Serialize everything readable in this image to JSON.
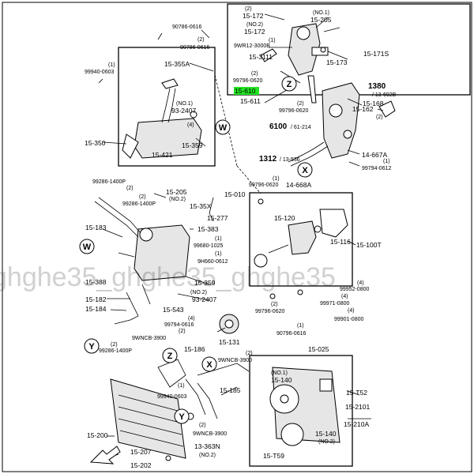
{
  "labels": {
    "p15_172": "15-172",
    "p15_205_top": "15-205",
    "no1_top": "(NO.1)",
    "no2_top": "(NO.2)",
    "p15_172_b": "15-172",
    "q1_a": "(1)",
    "p9wr12": "9WR12-3000B",
    "p15_3111": "15-3111",
    "q2_a": "(2)",
    "p99796_0620_a": "99796-0620",
    "p15_173": "15-173",
    "p15_171s": "15-171S",
    "p15_610_hl": "15-610",
    "p15_611": "15-611",
    "q2_b": "(2)",
    "p99796_0620_b": "99796-0620",
    "p1380": "1380",
    "p13_692b": "/ 13-692B",
    "p15_168": "15-168",
    "p15_162": "15-162",
    "q2_c": "(2)",
    "p6100": "6100",
    "p61_214": "/ 61-214",
    "p1312": "1312",
    "p13_536": "/ 13-536",
    "p14_667a": "14-667A",
    "q1_b": "(1)",
    "p99794_0612": "99794-0612",
    "p90786_0616_a": "90786-0616",
    "q2_d": "(2)",
    "p90786_0616_b": "90786-0616",
    "q1_c": "(1)",
    "p99940_0603_a": "99940-0603",
    "p15_355a": "15-355A",
    "no1_mid": "(NO.1)",
    "p93_2407_a": "93-2407",
    "q4_a": "(4)",
    "p15_350": "15-350",
    "p15_359_a": "15-359",
    "p15_421": "15-421",
    "p99286_1400p_a": "99286-1400P",
    "q2_e": "(2)",
    "p15_205_b": "15-205",
    "no2_b": "(NO.2)",
    "q2_f": "(2)",
    "p99286_1400p_b": "99286-1400P",
    "p15_35x": "15-35X",
    "p15_010": "15-010",
    "q1_d": "(1)",
    "p99796_0620_c": "99796-0620",
    "p14_668a": "14-668A",
    "p15_277": "15-277",
    "p15_183": "15-183",
    "p15_383": "15-383",
    "q1_e": "(1)",
    "p99680_1025": "99680-1025",
    "q1_f": "(1)",
    "p9h660_0612": "9H660-0612",
    "p15_120": "15-120",
    "p15_116": "15-116",
    "p15_100t": "15-100T",
    "p15_388": "15-388",
    "p15_359_b": "15-359",
    "no2_c": "(NO.2)",
    "p93_2407_b": "93-2407",
    "p15_182": "15-182",
    "p15_184": "15-184",
    "p15_543": "15-543",
    "q4_b": "(4)",
    "p99794_0616": "99794-0616",
    "p15_131": "15-131",
    "q2_g": "(2)",
    "p99796_0620_d": "99796-0620",
    "q4_c": "(4)",
    "p99952_0800": "99952-0800",
    "q4_d": "(4)",
    "p99971_0800": "99971-0800",
    "q4_e": "(4)",
    "p99901_0800": "99901-0800",
    "p9wncb_3900_a": "9WNCB-3900",
    "q2_h": "(2)",
    "p15_186": "15-186",
    "q2_i": "(2)",
    "p99286_1400p_c": "99286-1400P",
    "q2_j": "(2)",
    "p9wncb_3900_b": "9WNCB-3900",
    "q1_g": "(1)",
    "p90796_0616": "90796-0616",
    "p15_025": "15-025",
    "no1_bot": "(NO.1)",
    "p15_140_a": "15-140",
    "p15_185": "15-185",
    "p15_t52": "15-T52",
    "q1_h": "(1)",
    "p99940_0603_b": "99940-0603",
    "p15_2101": "15-2101",
    "p15_210a": "15-210A",
    "q2_k": "(2)",
    "p9wncb_3900_c": "9WNCB-3900",
    "p15_200": "15-200",
    "p13_363n": "13-363N",
    "no2_d": "(NO.2)",
    "p15_207": "15-207",
    "p15_202": "15-202",
    "p15_140_b": "15-140",
    "no2_bot": "(NO.2)",
    "p15_t59": "15-T59"
  },
  "marks": {
    "w": "W",
    "z": "Z",
    "x": "X",
    "y": "Y"
  },
  "watermark": "ghghe35_ghghe35_ghghe35",
  "colors": {
    "highlight": "#22e322",
    "line": "#000000",
    "background": "#ffffff"
  }
}
